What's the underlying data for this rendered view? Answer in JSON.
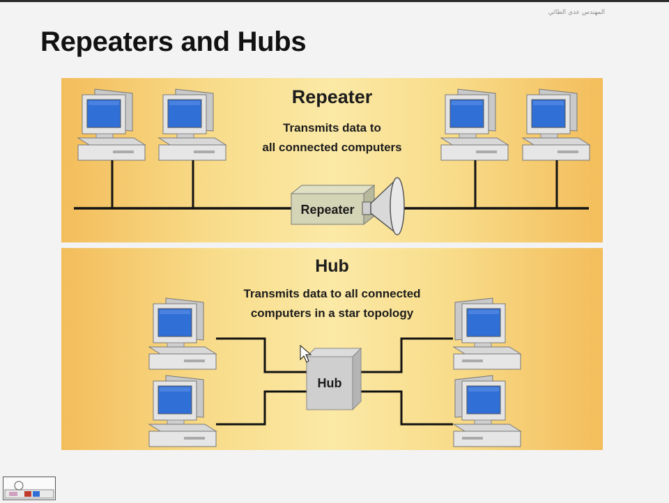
{
  "slide": {
    "title": "Repeaters and Hubs",
    "watermark": "المهندس عدي الطائي"
  },
  "repeater_panel": {
    "title": "Repeater",
    "description_lines": [
      "Transmits data to",
      "all connected computers"
    ],
    "device_label": "Repeater"
  },
  "hub_panel": {
    "title": "Hub",
    "description_lines": [
      "Transmits data to all connected",
      "computers in a star topology"
    ],
    "device_label": "Hub"
  },
  "colors": {
    "panel_gold": "#f3bd5b",
    "panel_light": "#fbe9a6",
    "monitor_screen": "#2f6fd6",
    "cable": "#111111"
  }
}
